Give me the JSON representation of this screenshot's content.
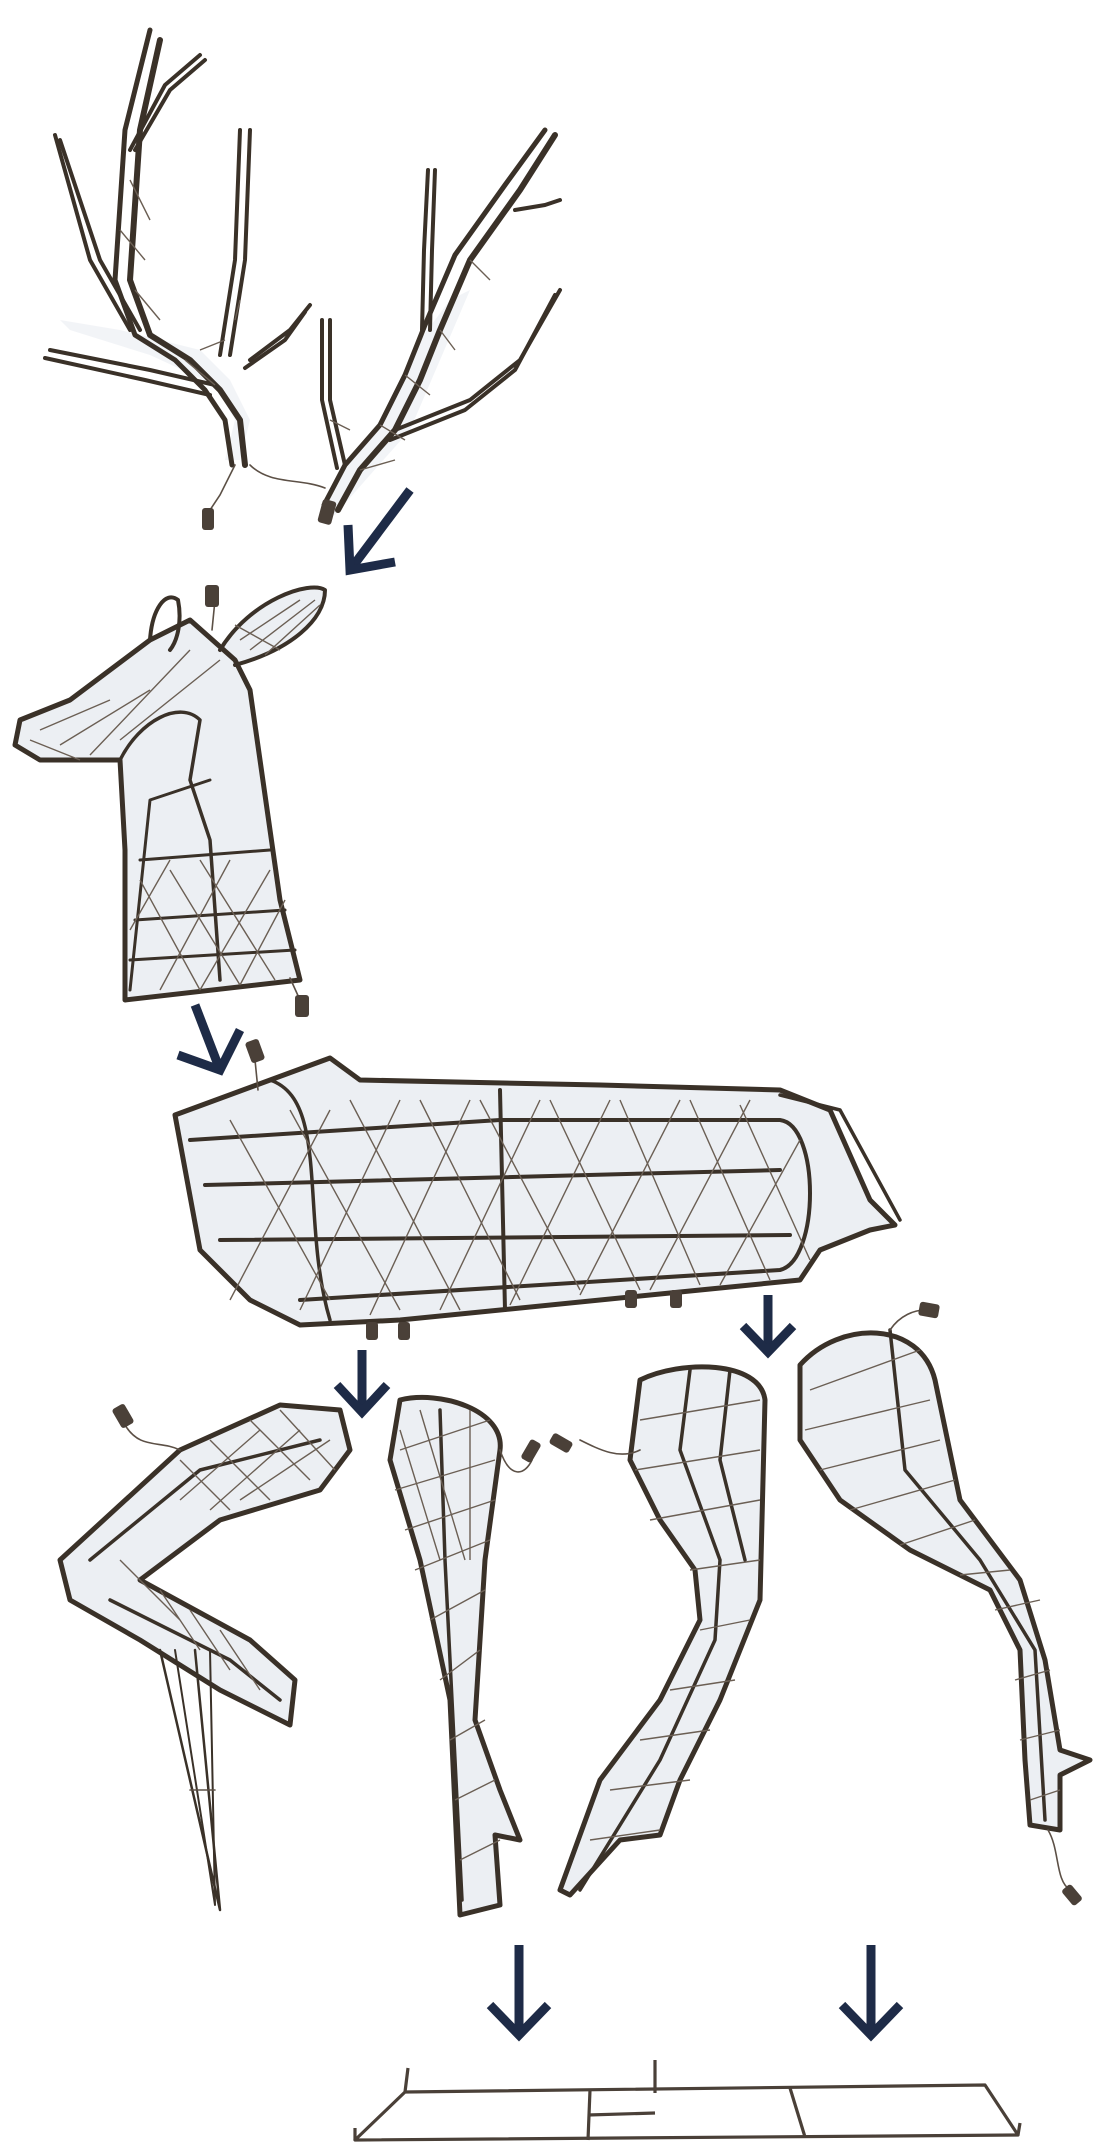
{
  "image": {
    "subject": "wire-frame-deer-assembly",
    "background_color": "#ffffff",
    "frame_color": "#3a3128",
    "arrow_color": "#1e2b47",
    "mesh_fill_color": "#eceff3"
  },
  "parts": [
    {
      "key": "antlers",
      "label": ""
    },
    {
      "key": "head",
      "label": ""
    },
    {
      "key": "body",
      "label": ""
    },
    {
      "key": "front-left-leg",
      "label": ""
    },
    {
      "key": "front-right-leg",
      "label": ""
    },
    {
      "key": "rear-left-leg",
      "label": ""
    },
    {
      "key": "rear-right-leg",
      "label": ""
    },
    {
      "key": "base-frame",
      "label": ""
    }
  ],
  "arrows": [
    {
      "from": "antlers",
      "to": "head",
      "direction": "down-left"
    },
    {
      "from": "head",
      "to": "body",
      "direction": "down-right"
    },
    {
      "from": "body",
      "to": "front-right-leg",
      "direction": "down"
    },
    {
      "from": "body",
      "to": "rear-right-leg",
      "direction": "down"
    },
    {
      "from": "legs",
      "to": "base-frame",
      "direction": "down"
    },
    {
      "from": "legs",
      "to": "base-frame",
      "direction": "down"
    }
  ]
}
